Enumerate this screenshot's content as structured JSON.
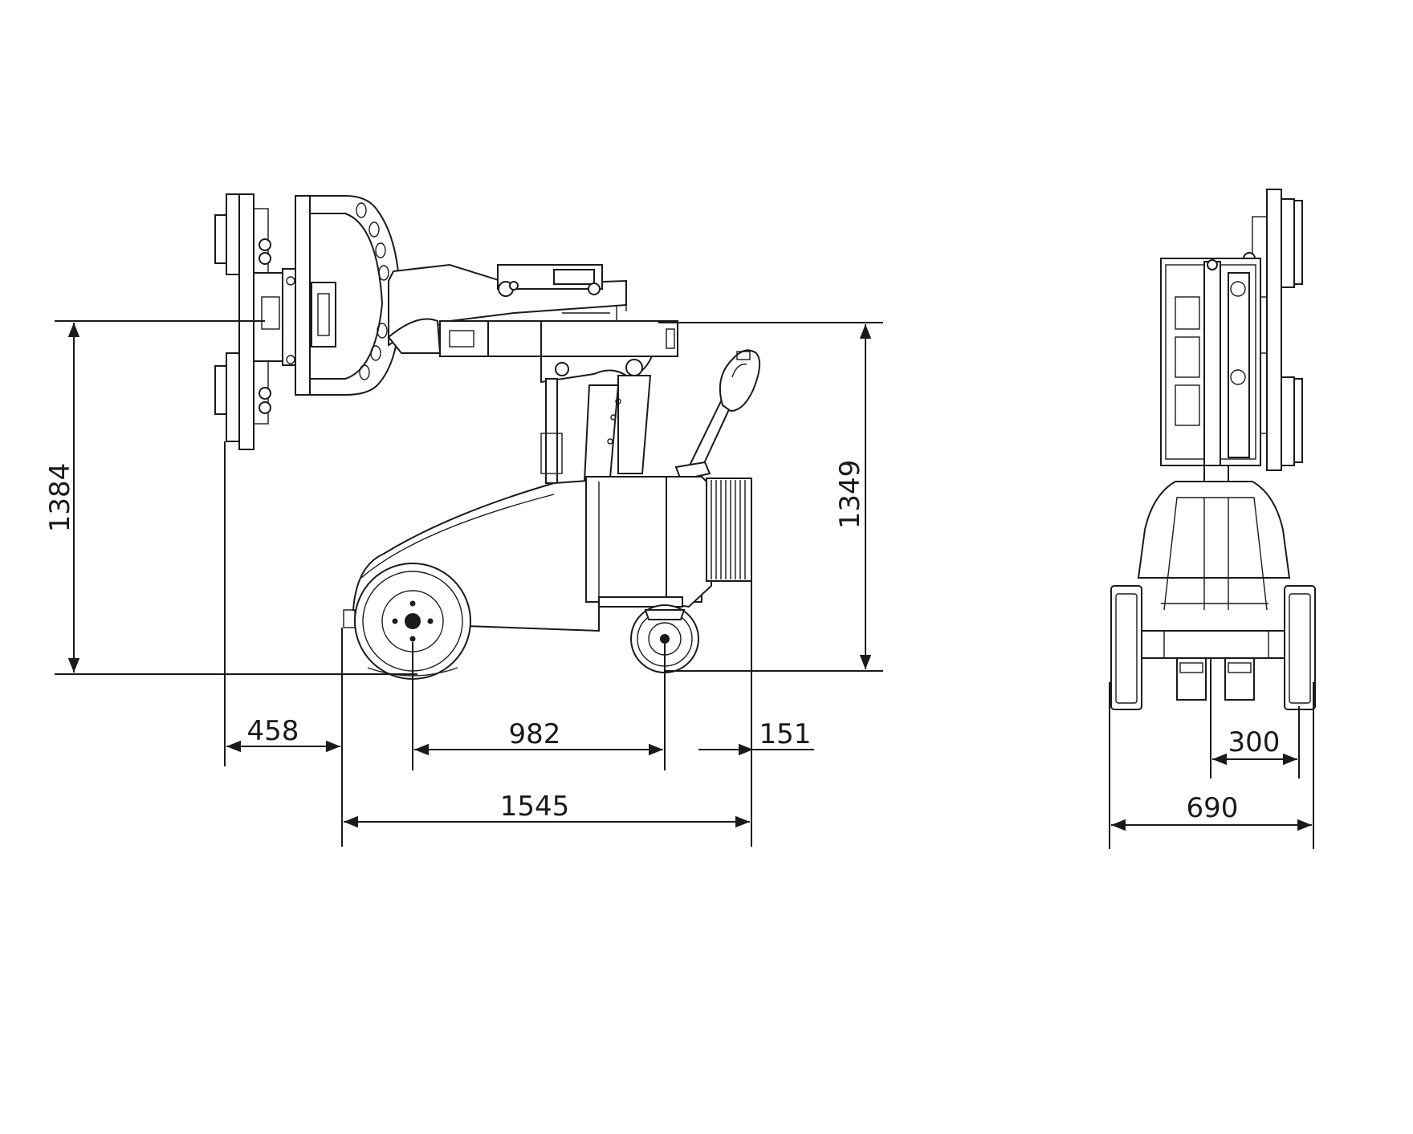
{
  "drawing": {
    "colors": {
      "line": "#1a1a1a",
      "background": "#ffffff"
    },
    "dimensions": {
      "height_total": "1384",
      "height_pivot": "1349",
      "rear_overhang": "458",
      "wheelbase": "982",
      "front_overhang": "151",
      "base_length": "1545",
      "track_width": "300",
      "overall_width": "690"
    }
  }
}
